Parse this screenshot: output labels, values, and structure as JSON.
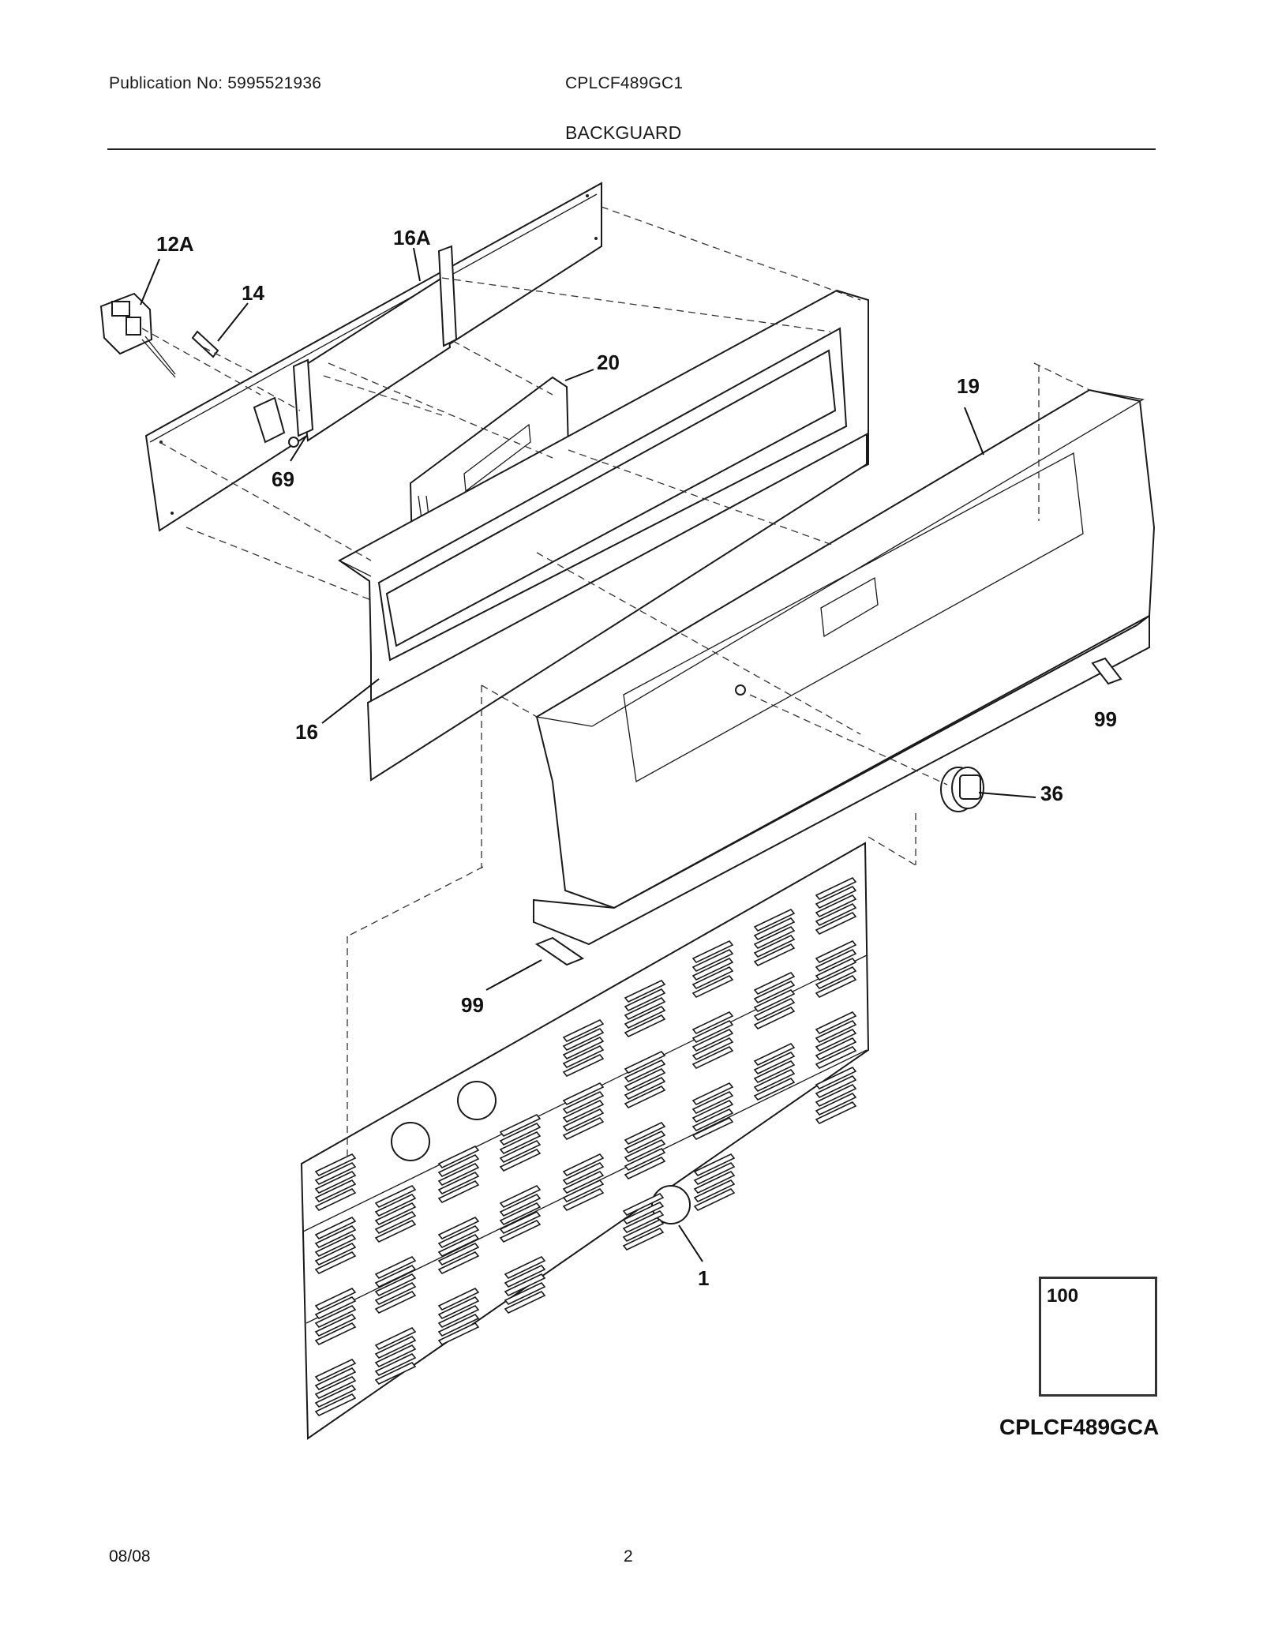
{
  "header": {
    "publication": "Publication No: 5995521936",
    "model": "CPLCF489GC1",
    "section": "BACKGUARD"
  },
  "footer": {
    "date": "08/08",
    "page": "2"
  },
  "callouts": {
    "c12A": "12A",
    "c16A": "16A",
    "c14": "14",
    "c20": "20",
    "c19": "19",
    "c69": "69",
    "c16": "16",
    "c99a": "99",
    "c36": "36",
    "c99b": "99",
    "c1": "1"
  },
  "kit": {
    "part": "100",
    "model": "CPLCF489GCA"
  }
}
